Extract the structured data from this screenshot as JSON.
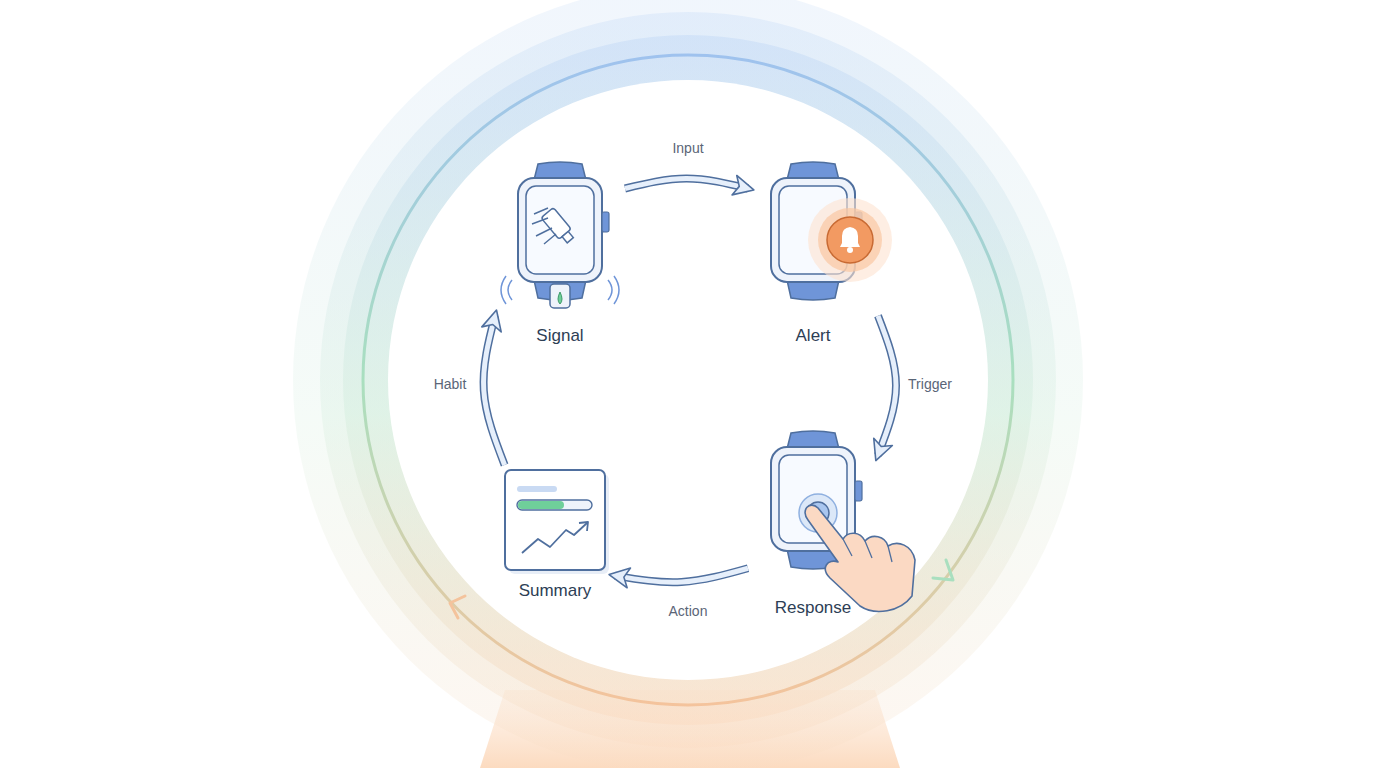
{
  "diagram": {
    "nodes": [
      {
        "text": [
          "Signal"
        ]
      },
      {
        "text": [
          "Alert"
        ]
      },
      {
        "text": [
          "Response"
        ]
      },
      {
        "text": [
          "Summary"
        ]
      }
    ],
    "edges": [
      {
        "from": 0,
        "to": 1,
        "label": "Input",
        "arrow": "to"
      },
      {
        "from": 1,
        "to": 2,
        "label": "Trigger",
        "arrow": "to"
      },
      {
        "from": 2,
        "to": 3,
        "label": "Action",
        "arrow": "to"
      },
      {
        "from": 3,
        "to": 0,
        "label": "Habit",
        "arrow": "to"
      }
    ]
  }
}
